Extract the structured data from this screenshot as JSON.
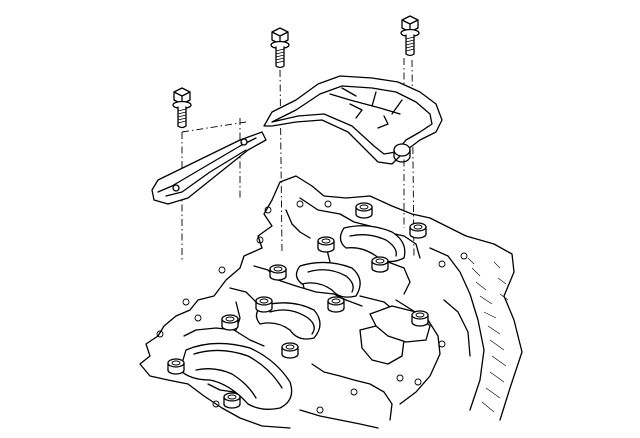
{
  "diagram": {
    "parts": [
      {
        "id": "bolt-left",
        "icon": "bolt-icon"
      },
      {
        "id": "bolt-center",
        "icon": "bolt-icon"
      },
      {
        "id": "bolt-right",
        "icon": "bolt-icon"
      },
      {
        "id": "bracket-plate",
        "icon": "bracket-icon"
      },
      {
        "id": "cover-plate",
        "icon": "cover-icon"
      },
      {
        "id": "engine-block",
        "icon": "engine-block-icon"
      }
    ],
    "colors": {
      "line": "#000000",
      "background": "#ffffff"
    }
  }
}
